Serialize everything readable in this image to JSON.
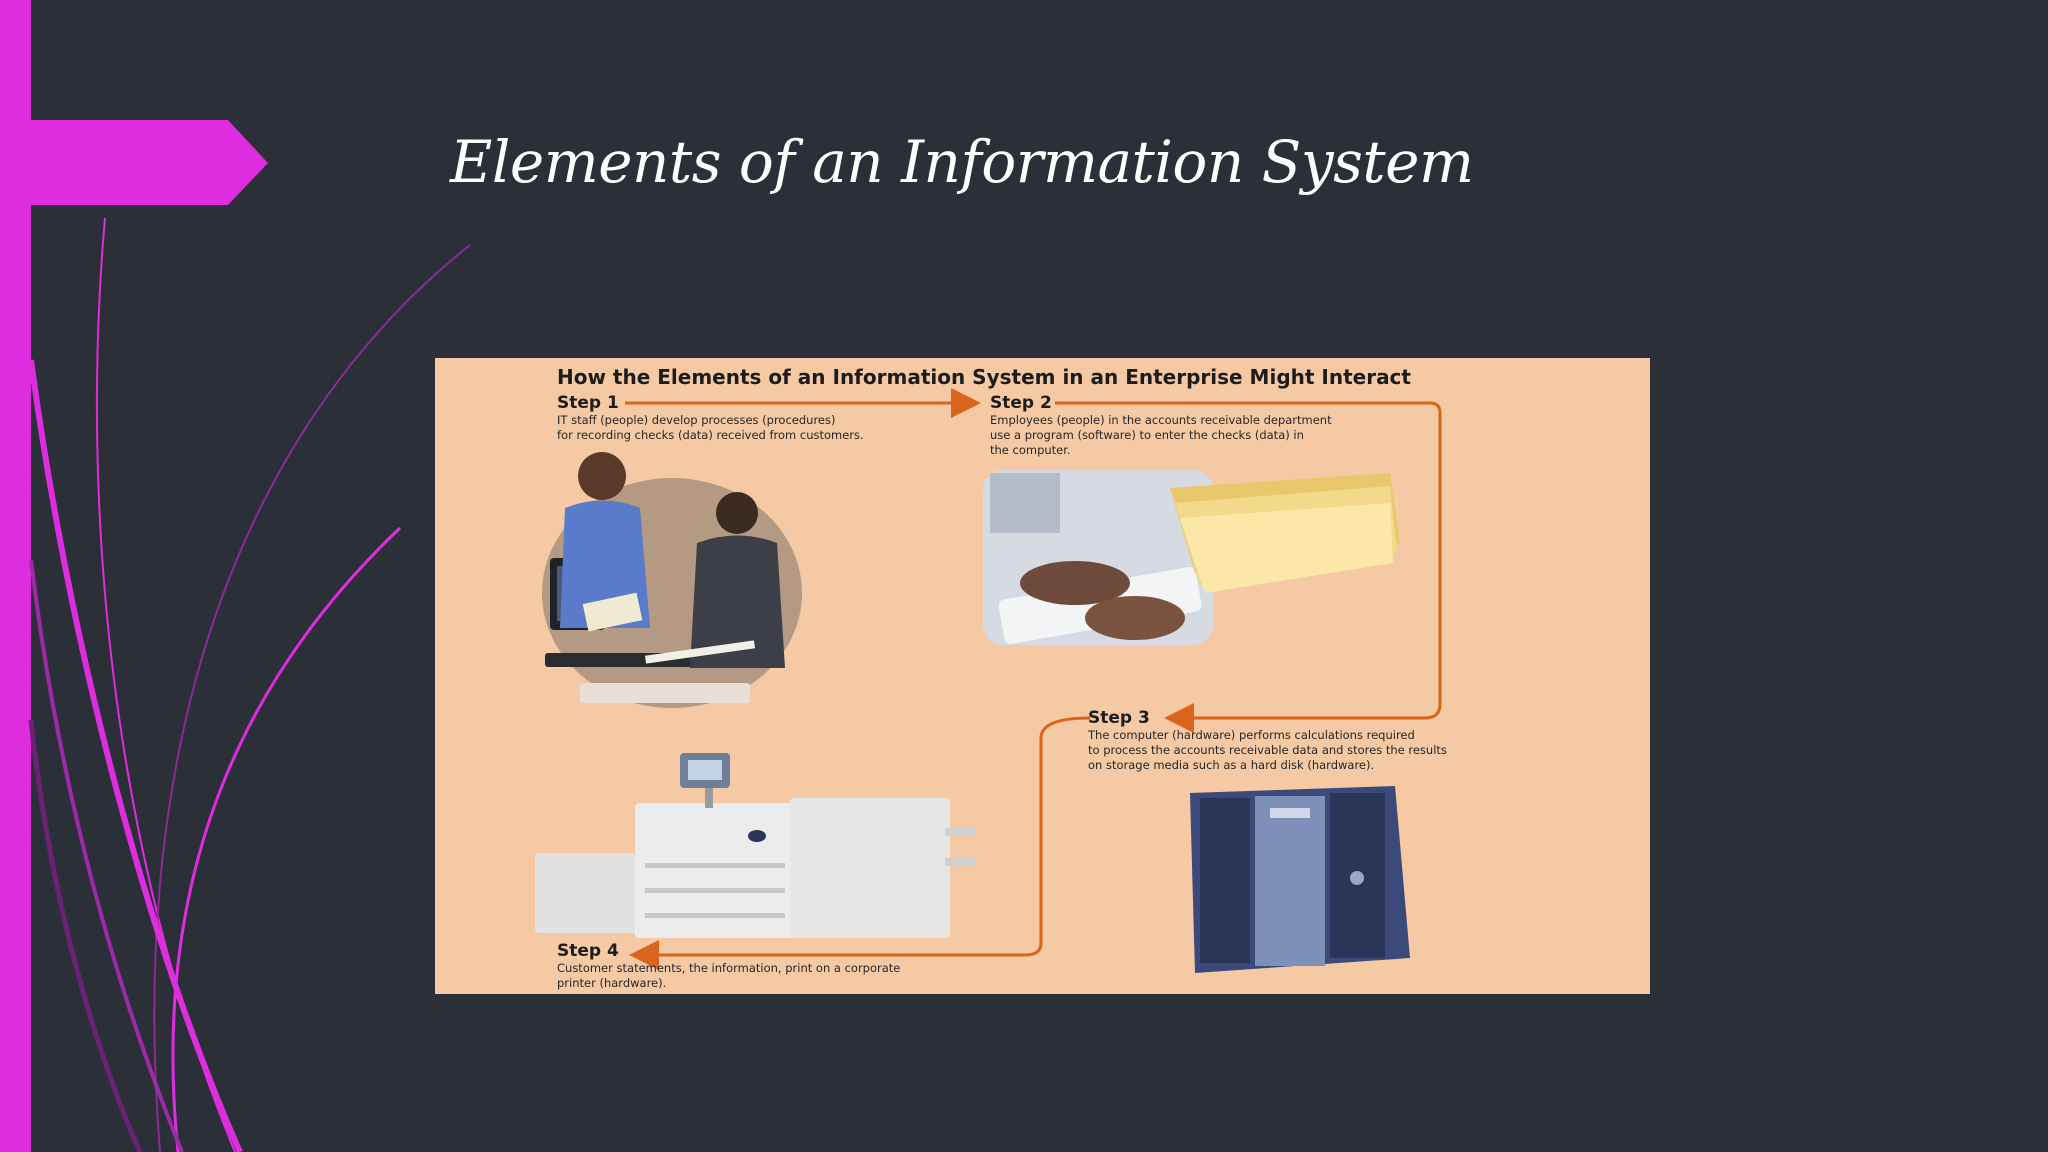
{
  "slide": {
    "title": "Elements of an Information System",
    "accent_color": "#dd2ddf",
    "background_color": "#2b2f37"
  },
  "figure": {
    "title": "How the Elements of an Information System in an Enterprise Might Interact",
    "background_color": "#f5c9a3",
    "arrow_color": "#d9641e",
    "steps": [
      {
        "label": "Step 1",
        "lines": [
          "IT staff (people) develop processes (procedures)",
          "for recording checks (data) received from customers."
        ]
      },
      {
        "label": "Step 2",
        "lines": [
          "Employees (people) in the accounts receivable department",
          "use a program (software) to enter the checks (data) in",
          "the computer."
        ]
      },
      {
        "label": "Step 3",
        "lines": [
          "The computer (hardware) performs calculations required",
          "to process the accounts receivable data and stores the results",
          "on storage media such as a hard disk (hardware)."
        ]
      },
      {
        "label": "Step 4",
        "lines": [
          "Customer statements, the information, print on a corporate",
          "printer (hardware)."
        ]
      }
    ],
    "illustrations": [
      "people-at-computer-photo",
      "typing-and-checks-photo",
      "server-computer-photo",
      "corporate-printer-photo"
    ]
  }
}
